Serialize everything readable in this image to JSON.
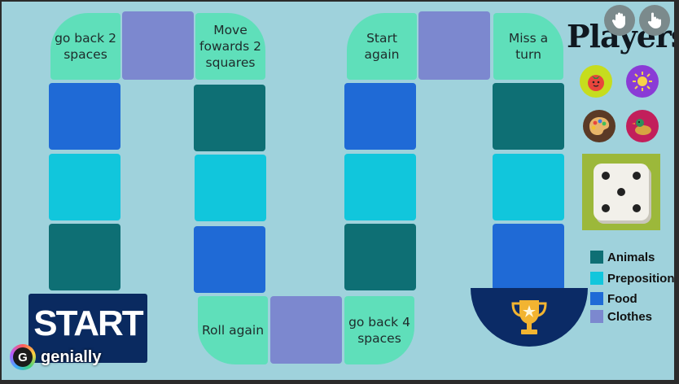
{
  "board": {
    "special_squares": {
      "go_back_2": "go back 2 spaces",
      "move_forwards_2": "Move fowards 2 squares",
      "start_again": "Start again",
      "miss_a_turn": "Miss a turn",
      "roll_again": "Roll again",
      "go_back_4": "go back 4 spaces"
    },
    "square_colors": {
      "animals": "#0e6f74",
      "prepositions": "#11c6dc",
      "food": "#1f6ad6",
      "clothes": "#7c88cf",
      "special": "#5fdfba"
    }
  },
  "players": {
    "title": "Players",
    "tokens": [
      "tomato-icon",
      "sun-icon",
      "palette-icon",
      "duck-icon"
    ]
  },
  "controls": [
    "hand-icon",
    "pointer-hand-icon"
  ],
  "dice": {
    "face": 5
  },
  "legend": [
    {
      "label": "Animals",
      "color": "#0e6f74"
    },
    {
      "label": "Prepositions",
      "color": "#11c6dc"
    },
    {
      "label": "Food",
      "color": "#1f6ad6"
    },
    {
      "label": "Clothes",
      "color": "#7c88cf"
    }
  ],
  "start_button": {
    "label": "START"
  },
  "brand": {
    "logo_letter": "G",
    "name": "genially"
  }
}
